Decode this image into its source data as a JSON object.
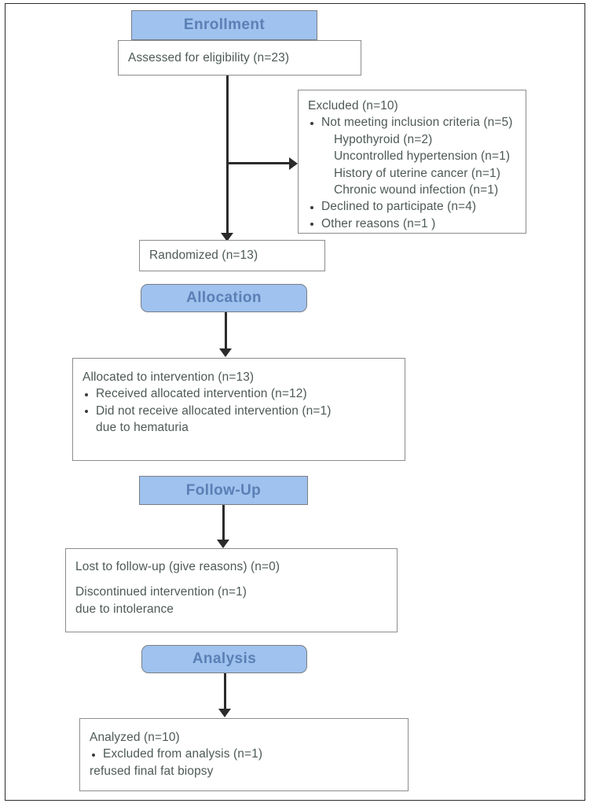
{
  "figure": {
    "type": "consort-flow-diagram",
    "colors": {
      "banner_fill": "#9fc2ee",
      "banner_text": "#5b7fb5",
      "box_border": "#8c8c8c",
      "box_text": "#4e5a54",
      "connector": "#2b2b2b",
      "frame": "#2c2c2c",
      "background": "#ffffff"
    }
  },
  "banners": {
    "enrollment": "Enrollment",
    "allocation": "Allocation",
    "followup": "Follow-Up",
    "analysis": "Analysis"
  },
  "eligibility": {
    "line": "Assessed for eligibility (n=23)"
  },
  "excluded": {
    "title": "Excluded (n=10)",
    "items": [
      "Not meeting inclusion criteria (n=5)",
      "Declined to participate (n=4)",
      "Other reasons (n=1 )"
    ],
    "sub_items": [
      "Hypothyroid (n=2)",
      "Uncontrolled hypertension (n=1)",
      "History of uterine cancer (n=1)",
      "Chronic wound infection (n=1)"
    ]
  },
  "randomized": {
    "line": "Randomized (n=13)"
  },
  "allocated": {
    "title": "Allocated to intervention (n=13)",
    "items": [
      "Received allocated intervention (n=12)",
      "Did not receive allocated intervention (n=1)"
    ],
    "continuation": "due to hematuria"
  },
  "followup_box": {
    "lost": "Lost to follow-up (give reasons) (n=0)",
    "discontinued": "Discontinued intervention (n=1)",
    "discontinued_reason": "due to intolerance"
  },
  "analyzed": {
    "title": "Analyzed (n=10)",
    "items": [
      "Excluded from analysis (n=1)"
    ],
    "continuation": "refused final fat biopsy"
  },
  "chart_data": {
    "type": "diagram",
    "title": "CONSORT participant flow",
    "stages": [
      {
        "stage": "Enrollment",
        "label": "Assessed for eligibility",
        "n": 23
      },
      {
        "stage": "Enrollment",
        "label": "Excluded",
        "n": 10
      },
      {
        "stage": "Enrollment",
        "label": "Not meeting inclusion criteria",
        "n": 5
      },
      {
        "stage": "Enrollment",
        "label": "Hypothyroid",
        "n": 2
      },
      {
        "stage": "Enrollment",
        "label": "Uncontrolled hypertension",
        "n": 1
      },
      {
        "stage": "Enrollment",
        "label": "History of uterine cancer",
        "n": 1
      },
      {
        "stage": "Enrollment",
        "label": "Chronic wound infection",
        "n": 1
      },
      {
        "stage": "Enrollment",
        "label": "Declined to participate",
        "n": 4
      },
      {
        "stage": "Enrollment",
        "label": "Other reasons",
        "n": 1
      },
      {
        "stage": "Enrollment",
        "label": "Randomized",
        "n": 13
      },
      {
        "stage": "Allocation",
        "label": "Allocated to intervention",
        "n": 13
      },
      {
        "stage": "Allocation",
        "label": "Received allocated intervention",
        "n": 12
      },
      {
        "stage": "Allocation",
        "label": "Did not receive allocated intervention (hematuria)",
        "n": 1
      },
      {
        "stage": "Follow-Up",
        "label": "Lost to follow-up",
        "n": 0
      },
      {
        "stage": "Follow-Up",
        "label": "Discontinued intervention (intolerance)",
        "n": 1
      },
      {
        "stage": "Analysis",
        "label": "Analyzed",
        "n": 10
      },
      {
        "stage": "Analysis",
        "label": "Excluded from analysis (refused final fat biopsy)",
        "n": 1
      }
    ]
  }
}
